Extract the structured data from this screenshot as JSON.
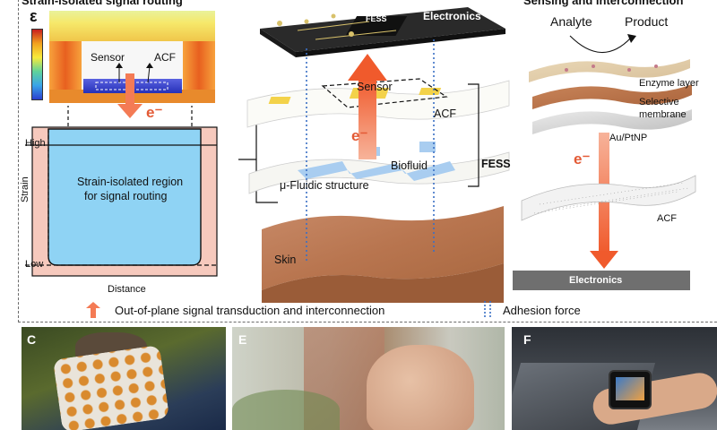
{
  "figure": {
    "left": {
      "title": "Strain-isolated signal routing",
      "epsilon_symbol": "ε",
      "sensor_label": "Sensor",
      "acf_label": "ACF",
      "electron_label": "e⁻",
      "region_label_line1": "Strain-isolated region",
      "region_label_line2": "for signal routing",
      "y_axis_label": "Strain",
      "y_tick_high": "High",
      "y_tick_low": "Low",
      "x_axis_label": "Distance"
    },
    "center": {
      "electronics_label": "Electronics",
      "chip_label": "FESS",
      "sensor_label": "Sensor",
      "acf_label": "ACF",
      "electron_label": "e⁻",
      "biofluid_label": "Biofluid",
      "fess_label": "FESS",
      "fluidic_label": "μ-Fluidic structure",
      "skin_label": "Skin"
    },
    "right": {
      "title": "Sensing and interconnection",
      "analyte_label": "Analyte",
      "product_label": "Product",
      "enzyme_label": "Enzyme layer",
      "selective_label_line1": "Selective",
      "selective_label_line2": "membrane",
      "aupt_label": "Au/PtNP",
      "electron_label": "e⁻",
      "acf_label": "ACF",
      "electronics_label": "Electronics"
    },
    "legend": {
      "transduction_label": "Out-of-plane signal transduction and interconnection",
      "adhesion_label": "Adhesion force"
    },
    "photos": {
      "c_label": "C",
      "e_label": "E",
      "f_label": "F"
    },
    "colors": {
      "arrow_orange": "#f47b55",
      "adhesion_blue": "#3a6fc4",
      "strain_region_blue": "#8fd3f4",
      "strain_high_pink": "#f6c9bd",
      "electronics_bar": "#6f6f6f"
    }
  }
}
